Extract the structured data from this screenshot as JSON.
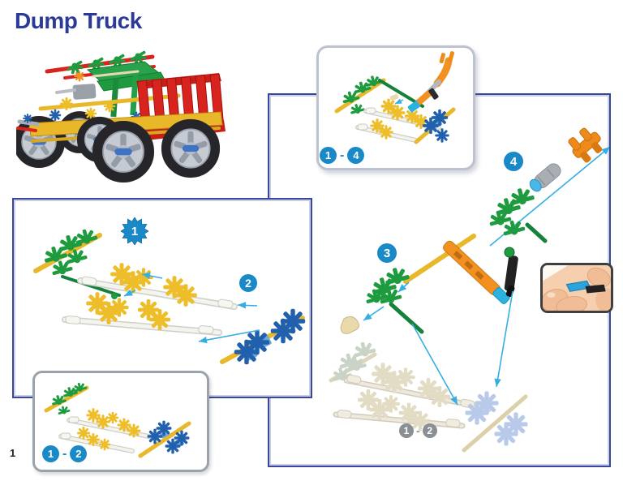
{
  "page": {
    "title": "Dump Truck",
    "page_number": "1"
  },
  "badges": {
    "step1": "1",
    "step2": "2",
    "step3": "3",
    "step4": "4"
  },
  "labels": {
    "preview": {
      "from": "1",
      "dash": "-",
      "to": "4"
    },
    "result": {
      "from": "1",
      "dash": "-",
      "to": "2"
    },
    "ghost": {
      "from": "1",
      "dash": "-",
      "to": "2"
    }
  },
  "illustrations": {
    "completed_model": "completed-dump-truck-model",
    "preview": "steps-1-4-preview-assembly",
    "steps_1_2": "steps-1-2-axle-assembly",
    "result_inset": "steps-1-2-result-assembly",
    "steps_3_4": "steps-3-4-assembly-with-ghosted-base",
    "hand_photo": "hand-holding-clip-photo"
  },
  "colors": {
    "title_blue": "#2b3a97",
    "panel_border_navy": "#3a4798",
    "panel_border_inner": "#c9cfe8",
    "preview_border_gray": "#bcc3cf",
    "inset_border_gray": "#9aa2ab",
    "badge_blue": "#1989c8",
    "badge_gray": "#8a8f94",
    "arrow_cyan": "#35aee3",
    "knex_green": "#1e9b3f",
    "knex_yellow": "#eebd2a",
    "knex_blue": "#2160ac",
    "knex_orange": "#f29122",
    "knex_red": "#d8241f",
    "knex_tan": "#ead9ad",
    "knex_gray": "#a9aeb4",
    "ghost_beige": "#e3dcc4",
    "ghost_blue": "#b9c9ea",
    "ghost_sage": "#c9d4c6"
  }
}
